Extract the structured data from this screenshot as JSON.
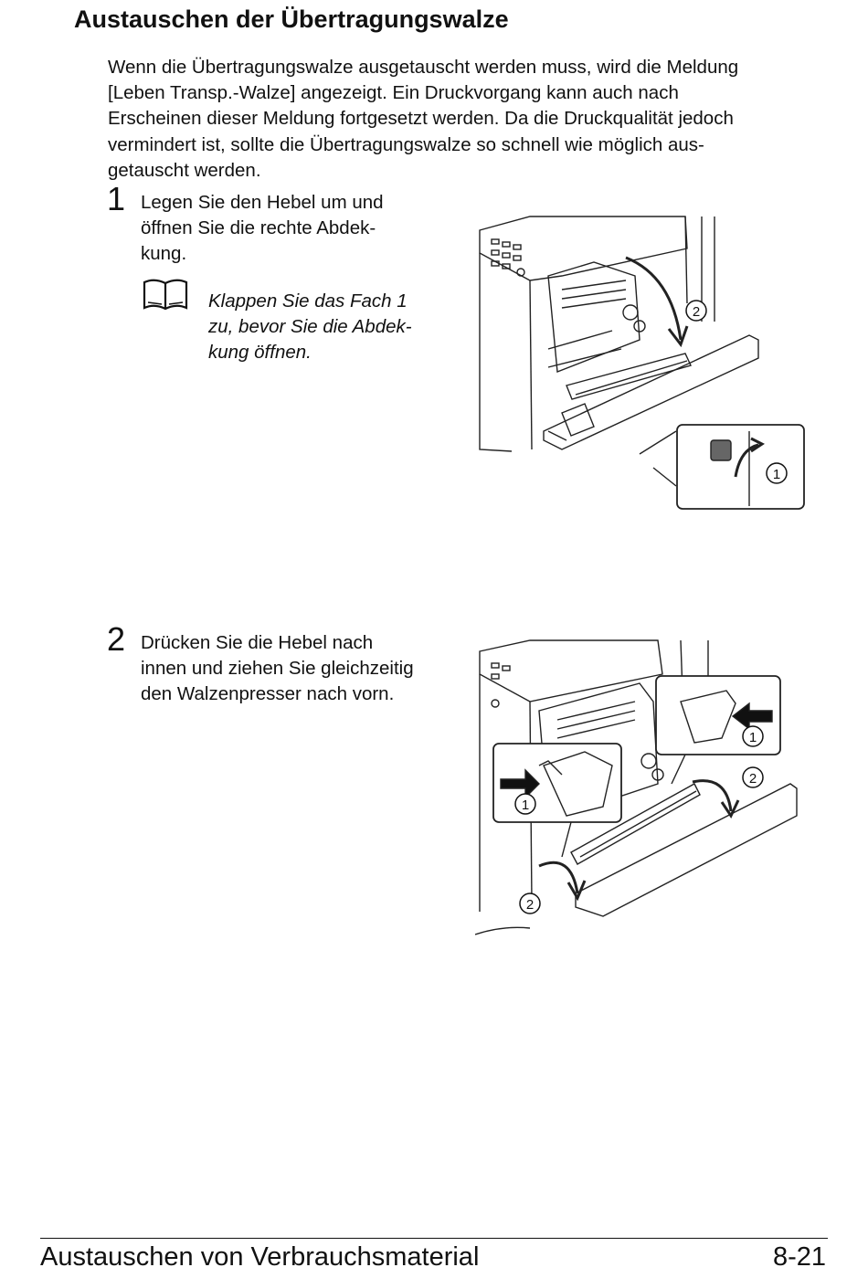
{
  "heading": "Austauschen der Übertragungswalze",
  "intro_lines": [
    "Wenn die Übertragungswalze ausgetauscht werden muss, wird die Meldung",
    "[Leben Transp.-Walze] angezeigt. Ein Druckvorgang kann auch nach",
    "Erscheinen dieser Meldung fortgesetzt werden. Da die Druckqualität jedoch",
    "vermindert ist, sollte die Übertragungswalze so schnell wie möglich aus-",
    "getauscht werden."
  ],
  "steps": [
    {
      "number": "1",
      "lines": [
        "Legen Sie den Hebel um und",
        "öffnen Sie die rechte Abdek-",
        "kung."
      ],
      "note_lines": [
        "Klappen Sie das Fach 1",
        "zu, bevor Sie die Abdek-",
        "kung öffnen."
      ],
      "callouts": [
        "②",
        "①"
      ]
    },
    {
      "number": "2",
      "lines": [
        "Drücken Sie die Hebel nach",
        "innen und ziehen Sie gleichzeitig",
        "den Walzenpresser nach vorn."
      ],
      "callouts": [
        "①",
        "②",
        "①",
        "②"
      ]
    }
  ],
  "icons": {
    "note": "open-book-icon"
  },
  "footer": {
    "section": "Austauschen von Verbrauchsmaterial",
    "page": "8-21"
  }
}
